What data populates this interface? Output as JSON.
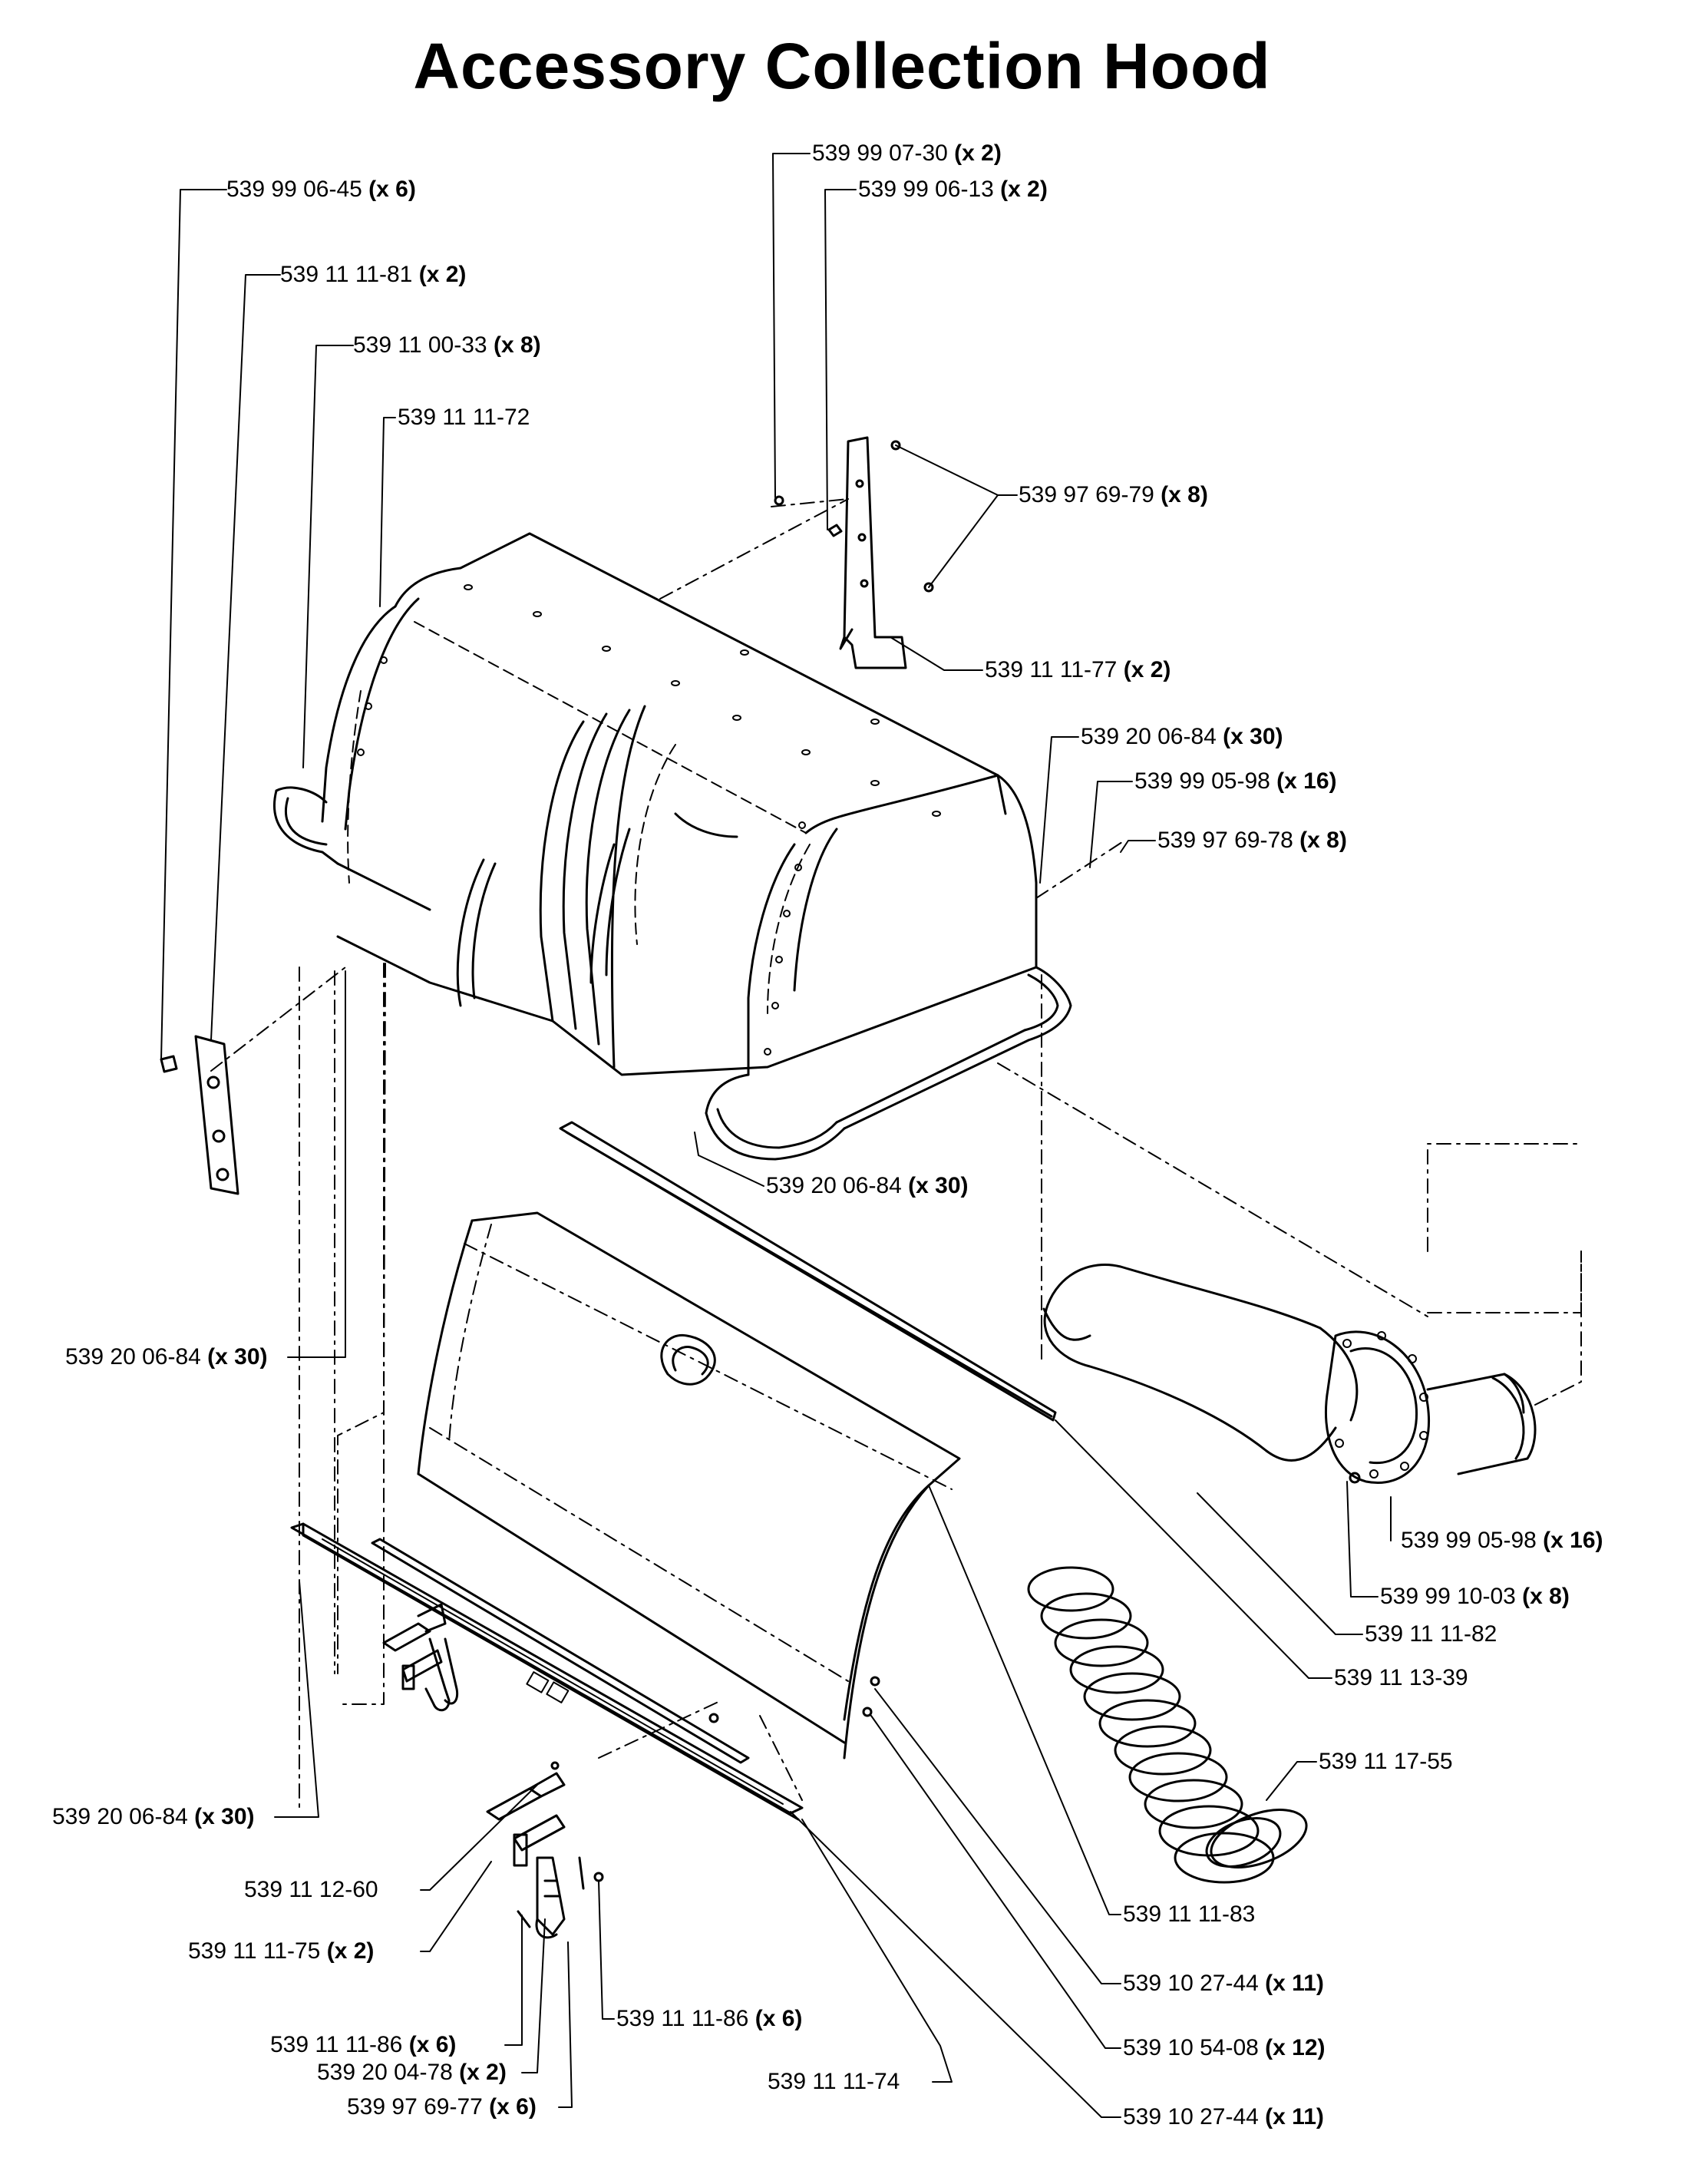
{
  "title": "Accessory Collection Hood",
  "labels": [
    {
      "part": "539 99 06-45",
      "qty": "(x 6)"
    },
    {
      "part": "539 11 11-81",
      "qty": "(x 2)"
    },
    {
      "part": "539 11 00-33",
      "qty": "(x 8)"
    },
    {
      "part": "539 11 11-72",
      "qty": ""
    },
    {
      "part": "539 99 07-30",
      "qty": "(x 2)"
    },
    {
      "part": "539 99 06-13",
      "qty": "(x 2)"
    },
    {
      "part": "539 97 69-79",
      "qty": "(x 8)"
    },
    {
      "part": "539 11 11-77",
      "qty": "(x 2)"
    },
    {
      "part": "539 20 06-84",
      "qty": "(x 30)"
    },
    {
      "part": "539 99 05-98",
      "qty": "(x 16)"
    },
    {
      "part": "539 97 69-78",
      "qty": "(x 8)"
    },
    {
      "part": "539 20 06-84",
      "qty": "(x 30)"
    },
    {
      "part": "539 20 06-84",
      "qty": "(x 30)"
    },
    {
      "part": "539 99 05-98",
      "qty": "(x 16)"
    },
    {
      "part": "539 99 10-03",
      "qty": "(x 8)"
    },
    {
      "part": "539 11 11-82",
      "qty": ""
    },
    {
      "part": "539 11 13-39",
      "qty": ""
    },
    {
      "part": "539 11 17-55",
      "qty": ""
    },
    {
      "part": "539 20 06-84",
      "qty": "(x 30)"
    },
    {
      "part": "539 11 12-60",
      "qty": ""
    },
    {
      "part": "539 11 11-75",
      "qty": "(x 2)"
    },
    {
      "part": "539 11 11-83",
      "qty": ""
    },
    {
      "part": "539 10 27-44",
      "qty": "(x 11)"
    },
    {
      "part": "539 10 54-08",
      "qty": "(x 12)"
    },
    {
      "part": "539 11 11-86",
      "qty": "(x 6)"
    },
    {
      "part": "539 11 11-86",
      "qty": "(x 6)"
    },
    {
      "part": "539 20 04-78",
      "qty": "(x 2)"
    },
    {
      "part": "539 97 69-77",
      "qty": "(x 6)"
    },
    {
      "part": "539 11 11-74",
      "qty": ""
    },
    {
      "part": "539 10 27-44",
      "qty": "(x 11)"
    }
  ]
}
